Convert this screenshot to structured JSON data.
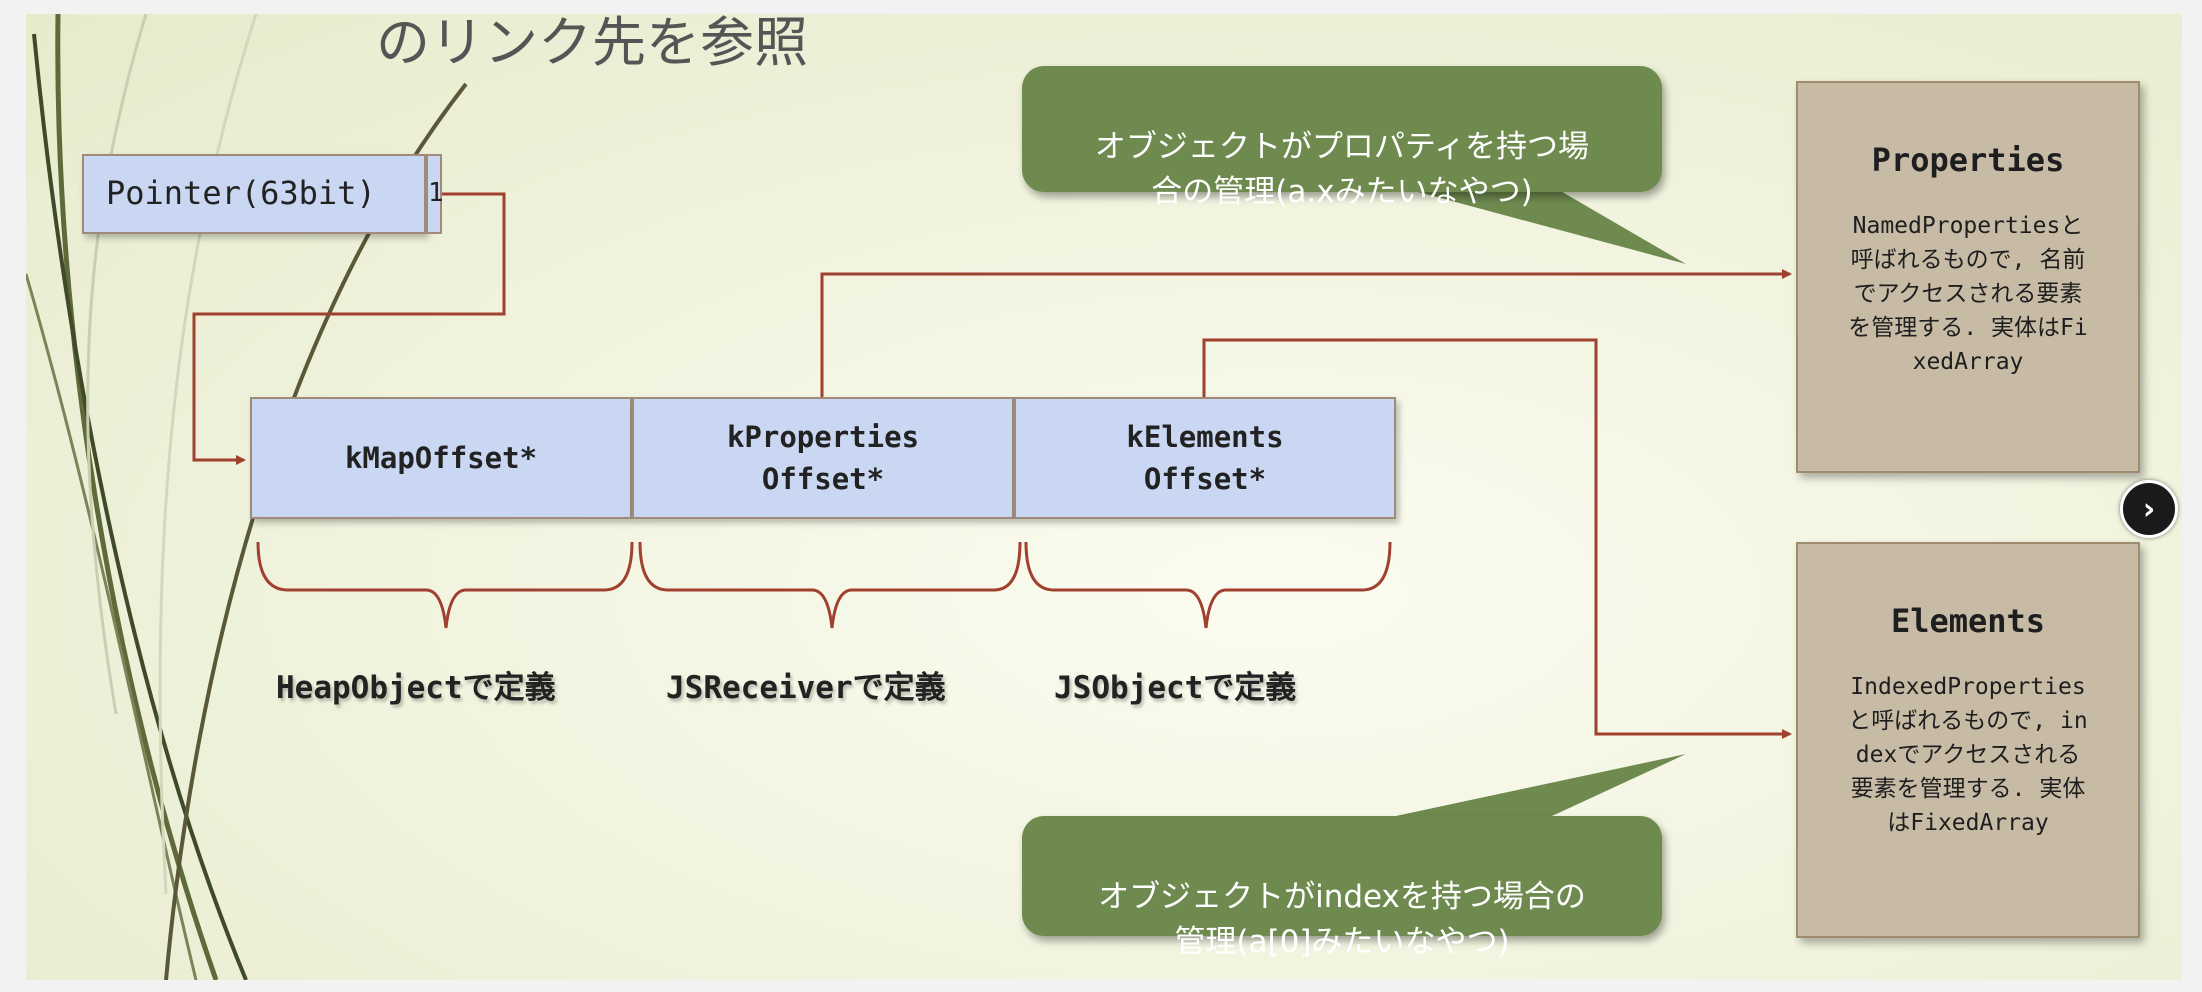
{
  "slide": {
    "title_fragment": "のリンク先を参照",
    "pointer": {
      "label": "Pointer(63bit)",
      "tag_bit": "1"
    },
    "fields": [
      {
        "label": "kMapOffset*"
      },
      {
        "label": "kProperties\nOffset*"
      },
      {
        "label": "kElements\nOffset*"
      }
    ],
    "definitions": [
      {
        "label": "HeapObjectで定義"
      },
      {
        "label": "JSReceiverで定義"
      },
      {
        "label": "JSObjectで定義"
      }
    ],
    "properties_box": {
      "title": "Properties",
      "description": "NamedPropertiesと\n呼ばれるもので, 名前\nでアクセスされる要素\nを管理する. 実体はFi\nxedArray"
    },
    "elements_box": {
      "title": "Elements",
      "description": "IndexedProperties\nと呼ばれるもので, in\ndexでアクセスされる\n要素を管理する. 実体\nはFixedArray"
    },
    "callout_properties": "オブジェクトがプロパティを持つ場\n合の管理(a.xみたいなやつ)",
    "callout_elements": "オブジェクトがindexを持つ場合の\n管理(a[0]みたいなやつ)"
  },
  "navigation": {
    "next_icon": "chevron-right-icon"
  },
  "colors": {
    "arrow": "#a0402e",
    "cell_fill": "#c9d7f2",
    "box_fill": "#c7bba6",
    "callout_fill": "#6e8a4e"
  }
}
